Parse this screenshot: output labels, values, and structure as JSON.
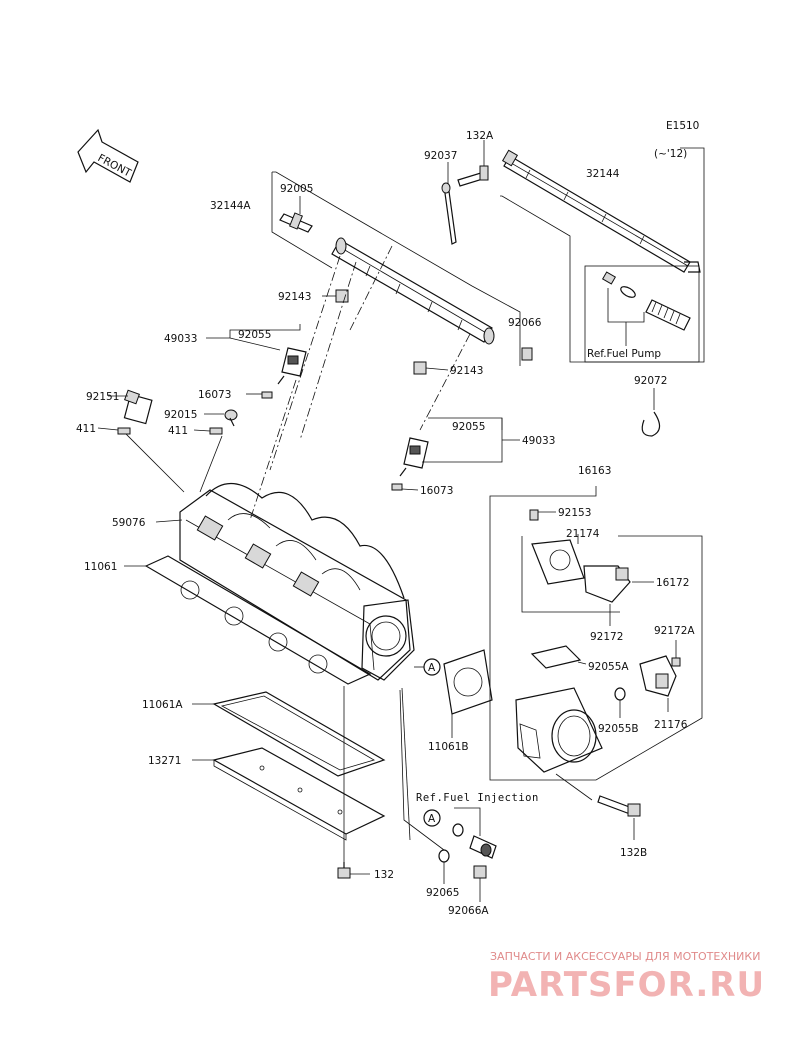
{
  "diagram_code": "E1510",
  "front_label": "FRONT",
  "year_note": "(~'12)",
  "ref_fuel_pump": "Ref.Fuel Pump",
  "ref_fuel_injection": "Ref.Fuel Injection",
  "callout_a": "A",
  "watermark": {
    "tagline": "ЗАПЧАСТИ И АКСЕССУАРЫ ДЛЯ МОТОТЕХНИКИ",
    "brand": "PARTSFOR.RU"
  },
  "parts": {
    "p132A": "132A",
    "p92037": "92037",
    "p32144": "32144",
    "p92005": "92005",
    "p32144A": "32144A",
    "p92143_top": "92143",
    "p92066": "92066",
    "p49033_left": "49033",
    "p92055_left": "92055",
    "p92143_mid": "92143",
    "p92072": "92072",
    "p92151": "92151",
    "p16073_top": "16073",
    "p92015": "92015",
    "p411_a": "411",
    "p411_b": "411",
    "p92055_right": "92055",
    "p49033_right": "49033",
    "p16073_bottom": "16073",
    "p16163": "16163",
    "p92153": "92153",
    "p21174": "21174",
    "p59076": "59076",
    "p11061": "11061",
    "p16172": "16172",
    "p92172": "92172",
    "p92172A": "92172A",
    "p92055A": "92055A",
    "p92055B": "92055B",
    "p21176": "21176",
    "p11061A": "11061A",
    "p11061B": "11061B",
    "p13271": "13271",
    "p132B": "132B",
    "p132": "132",
    "p92065": "92065",
    "p92066A": "92066A"
  }
}
